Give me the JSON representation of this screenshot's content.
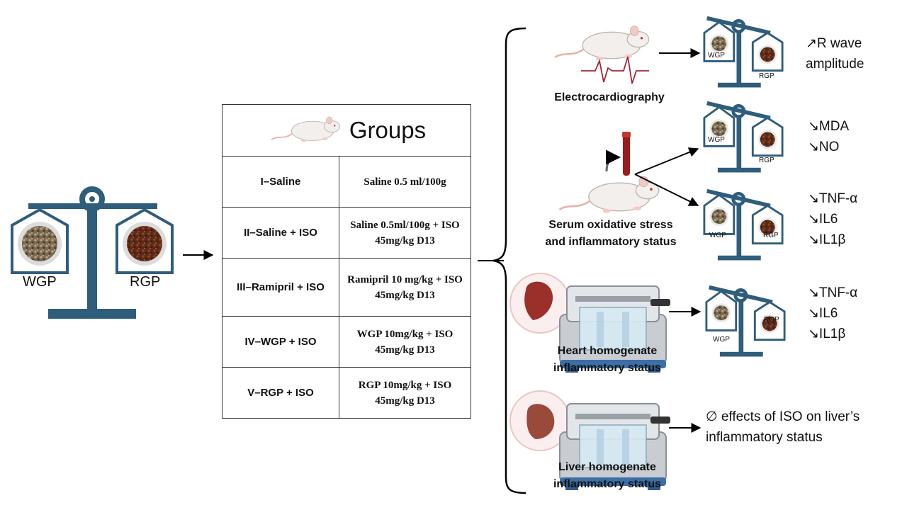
{
  "left_scale": {
    "labels": [
      "WGP",
      "RGP"
    ]
  },
  "groups_table": {
    "title": "Groups",
    "rows": [
      {
        "name": "I–Saline",
        "treatment": "Saline 0.5 ml/100g"
      },
      {
        "name": "II–Saline + ISO",
        "treatment": "Saline 0.5ml/100g + ISO 45mg/kg D13"
      },
      {
        "name": "III–Ramipril + ISO",
        "treatment": "Ramipril 10 mg/kg + ISO 45mg/kg D13"
      },
      {
        "name": "IV–WGP + ISO",
        "treatment": "WGP 10mg/kg + ISO 45mg/kg D13"
      },
      {
        "name": "V–RGP + ISO",
        "treatment": "RGP 10mg/kg + ISO 45mg/kg D13"
      }
    ]
  },
  "branches": [
    {
      "caption": [
        "Electrocardiography"
      ],
      "result": [
        "↗R wave",
        "amplitude"
      ],
      "scale_labels": [
        "WGP",
        "RGP"
      ]
    },
    {
      "caption": [
        "Serum oxidative stress",
        "and inflammatory status"
      ],
      "result_a": [
        "↘MDA",
        "↘NO"
      ],
      "result_b": [
        "↘TNF-α",
        "↘IL6",
        "↘IL1β"
      ],
      "scale_labels": [
        "WGP",
        "RGP"
      ]
    },
    {
      "caption": [
        "Heart homogenate",
        "inflammatory status"
      ],
      "result": [
        "↘TNF-α",
        "↘IL6",
        "↘IL1β"
      ],
      "scale_labels": [
        "WGP",
        "RGP"
      ]
    },
    {
      "caption": [
        "Liver homogenate",
        "inflammatory status"
      ],
      "result": [
        "∅ effects of ISO on liver’s",
        "inflammatory status"
      ]
    }
  ],
  "colors": {
    "scale_blue": "#2f5d7c",
    "grain_brown": "#6b3a22",
    "grain_mixed": "#8a7a60",
    "organ_red": "#9b2f2a",
    "liver_brown": "#9a4a3a"
  }
}
